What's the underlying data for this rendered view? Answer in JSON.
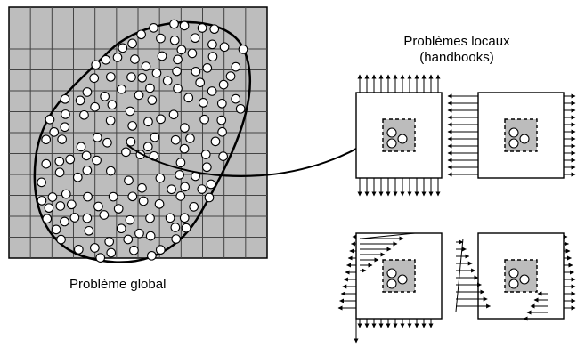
{
  "global_label": "Problème global",
  "local_title_line1": "Problèmes locaux",
  "local_title_line2": "(handbooks)",
  "colors": {
    "grid_fill": "#a9a9a9",
    "grid_line": "#444444",
    "cell_fill": "#bdbdbd",
    "stroke": "#000000",
    "circle_fill": "#ffffff"
  },
  "grid": {
    "rows": 12,
    "cols": 12
  },
  "local_problems": [
    {
      "id": "tension-vertical",
      "loading": "uniform vertical traction on top and bottom edges"
    },
    {
      "id": "tension-horizontal",
      "loading": "uniform horizontal traction on left and right edges"
    },
    {
      "id": "shear-left",
      "loading": "shear loading with triangular profile"
    },
    {
      "id": "shear-right",
      "loading": "shear loading with triangular profile"
    }
  ]
}
